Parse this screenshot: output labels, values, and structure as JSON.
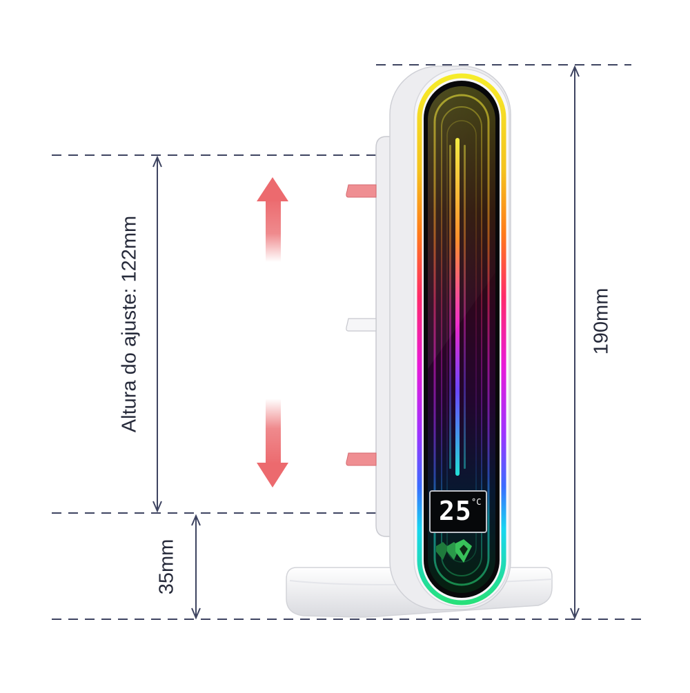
{
  "labels": {
    "adjust_height": "Altura do ajuste:  122mm",
    "total_height": "190mm",
    "base_height": "35mm"
  },
  "display": {
    "temperature": "25",
    "unit": "°C"
  },
  "colors": {
    "dim_line": "#3d4360",
    "arrow": "#ec6a6e",
    "stand_body": "#f4f4f6",
    "knob_pink": "#ee7a80",
    "knob_silver": "#c8c8cc"
  }
}
